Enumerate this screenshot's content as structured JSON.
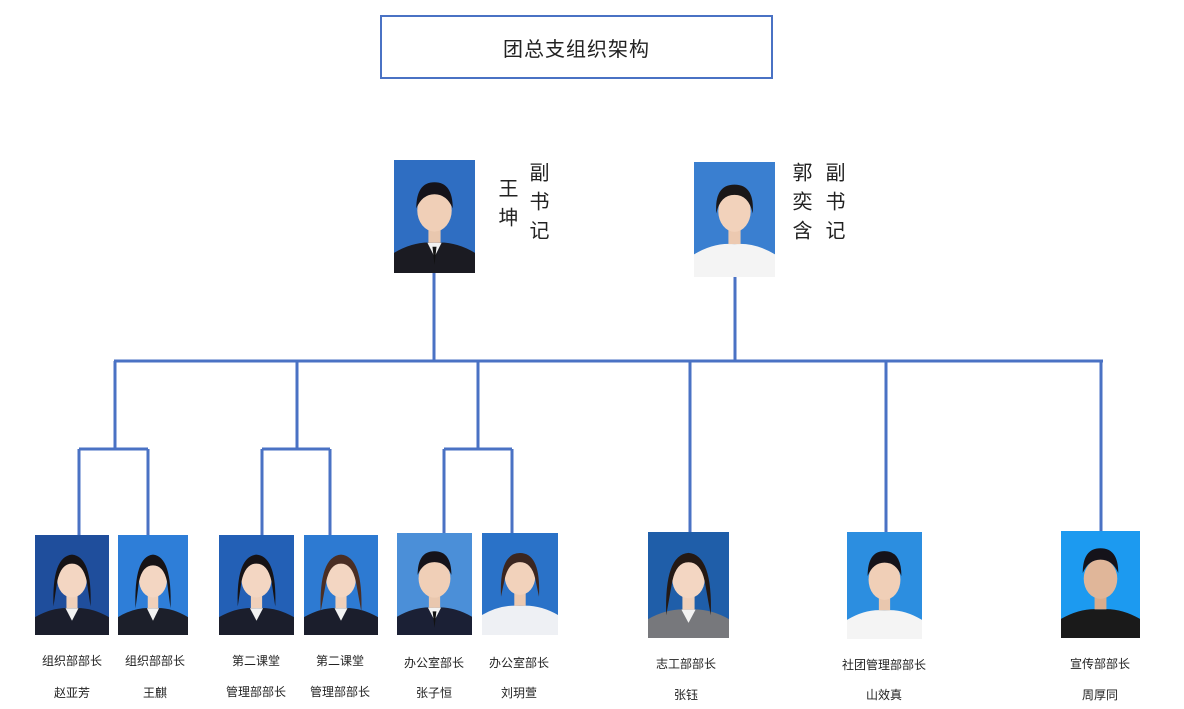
{
  "title": "团总支组织架构",
  "leaders": [
    {
      "name": "王坤",
      "role": "副书记",
      "bg": "#2f6ec2"
    },
    {
      "name": "郭奕含",
      "role": "副书记",
      "bg": "#3a7fd0"
    }
  ],
  "members": [
    {
      "line1": "组织部部长",
      "line2": "赵亚芳",
      "bg": "#1f4e9c"
    },
    {
      "line1": "组织部部长",
      "line2": "王麒",
      "bg": "#2e7ed8"
    },
    {
      "line1": "第二课堂",
      "line2": "管理部部长",
      "line3": "",
      "bg": "#2360b6"
    },
    {
      "line1": "第二课堂",
      "line2": "管理部部长",
      "line3": "",
      "bg": "#2d7ad2"
    },
    {
      "line1": "办公室部长",
      "line2": "张子恒",
      "bg": "#4b8fd8"
    },
    {
      "line1": "办公室部长",
      "line2": "刘玥萱",
      "bg": "#2a72c8"
    },
    {
      "line1": "志工部部长",
      "line2": "张钰",
      "bg": "#1f5ea9"
    },
    {
      "line1": "社团管理部部长",
      "line2": "山效真",
      "bg": "#2c8ee0"
    },
    {
      "line1": "宣传部部长",
      "line2": "周厚同",
      "bg": "#1c9af0"
    }
  ],
  "colors": {
    "line": "#4a72c4"
  }
}
